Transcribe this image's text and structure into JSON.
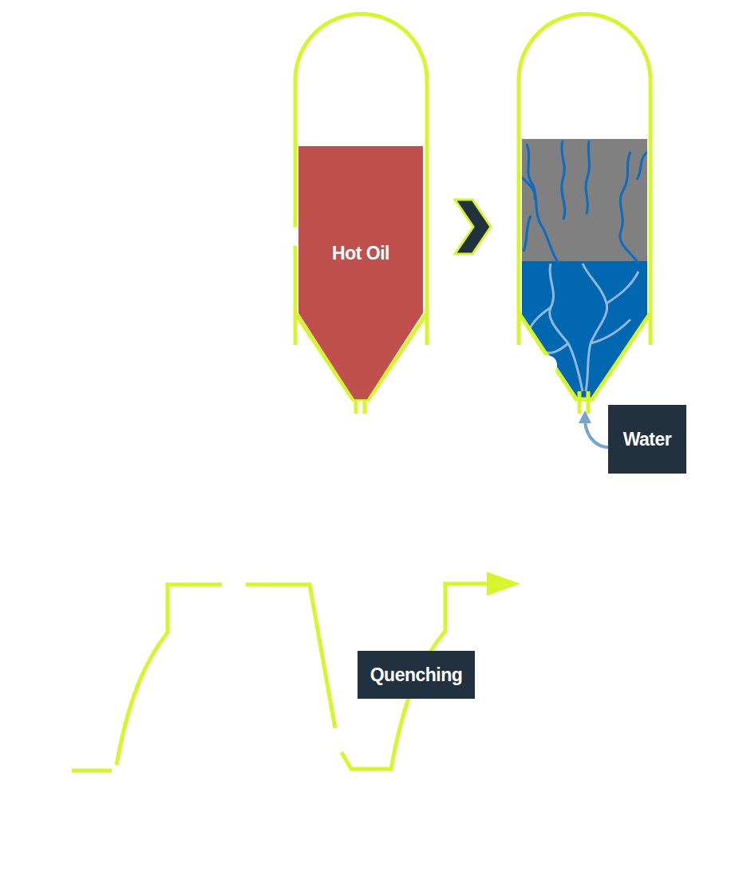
{
  "diagram": {
    "nodes": [
      {
        "text": [
          "Hot Oil"
        ]
      },
      {
        "text": [
          "Water"
        ]
      },
      {
        "text": [
          "Quenching"
        ]
      }
    ]
  }
}
